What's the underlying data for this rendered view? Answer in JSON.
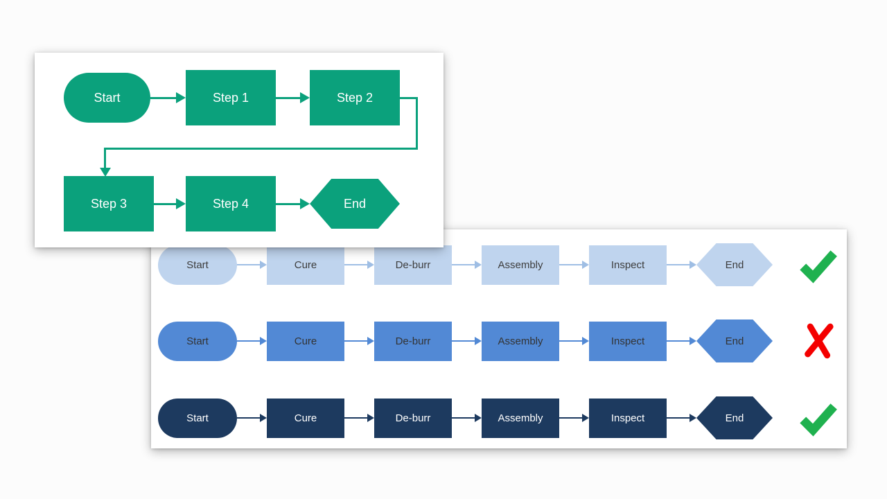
{
  "page": {
    "background": "#fcfcfc"
  },
  "colors": {
    "flow_green": "#0ba17c",
    "light_blue": "#bfd4ee",
    "medium_blue": "#5289d5",
    "dark_navy": "#1d3a5f",
    "check_green": "#1fb14f",
    "cross_red": "#f40000"
  },
  "top_flowchart": {
    "row1": [
      {
        "shape": "stadium",
        "label": "Start"
      },
      {
        "shape": "rectangle",
        "label": "Step 1"
      },
      {
        "shape": "rectangle",
        "label": "Step 2"
      }
    ],
    "row2": [
      {
        "shape": "rectangle",
        "label": "Step 3"
      },
      {
        "shape": "rectangle",
        "label": "Step 4"
      },
      {
        "shape": "hexagon",
        "label": "End"
      }
    ]
  },
  "bottom_flowcharts": {
    "rows": [
      {
        "theme": "light-blue",
        "result": "pass",
        "steps": [
          "Start",
          "Cure",
          "De-burr",
          "Assembly",
          "Inspect",
          "End"
        ]
      },
      {
        "theme": "medium-blue",
        "result": "fail",
        "steps": [
          "Start",
          "Cure",
          "De-burr",
          "Assembly",
          "Inspect",
          "End"
        ]
      },
      {
        "theme": "dark-navy",
        "result": "pass",
        "steps": [
          "Start",
          "Cure",
          "De-burr",
          "Assembly",
          "Inspect",
          "End"
        ]
      }
    ]
  }
}
